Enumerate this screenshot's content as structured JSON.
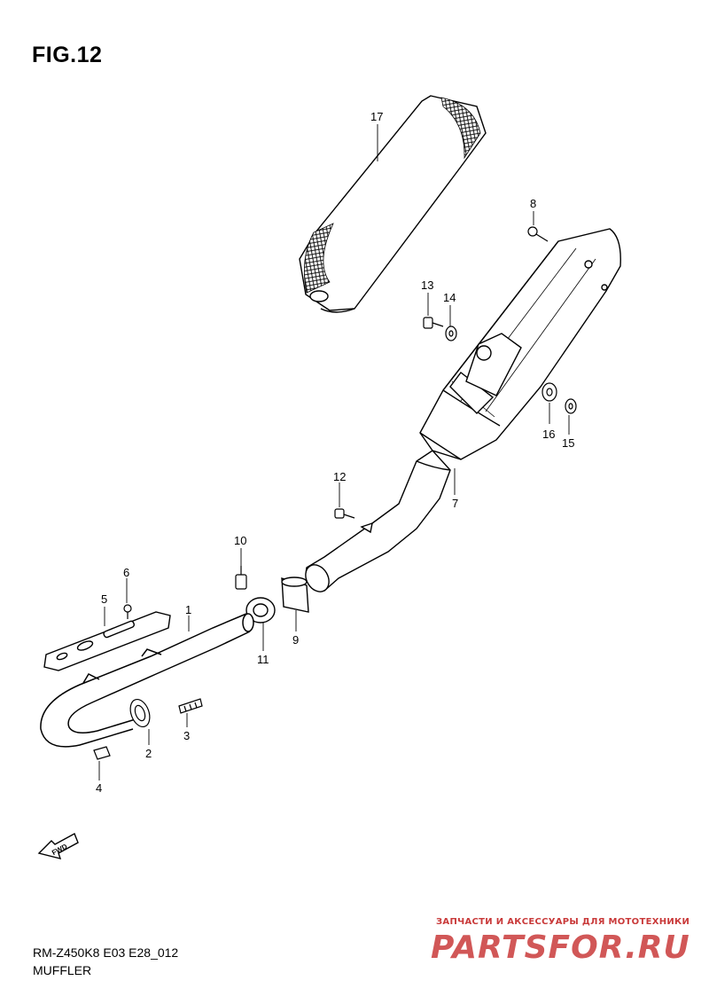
{
  "figure": {
    "title": "FIG.12"
  },
  "callouts": [
    "1",
    "2",
    "3",
    "4",
    "5",
    "6",
    "7",
    "8",
    "9",
    "10",
    "11",
    "12",
    "13",
    "14",
    "15",
    "16",
    "17"
  ],
  "footer": {
    "model_code": "RM-Z450K8 E03 E28_012",
    "section": "MUFFLER"
  },
  "fwd_label": "FWD",
  "watermark": {
    "tagline": "ЗАПЧАСТИ И АКСЕССУАРЫ ДЛЯ МОТОТЕХНИКИ",
    "logo": "PARTSFOR.RU",
    "color": "#c93a3a"
  }
}
